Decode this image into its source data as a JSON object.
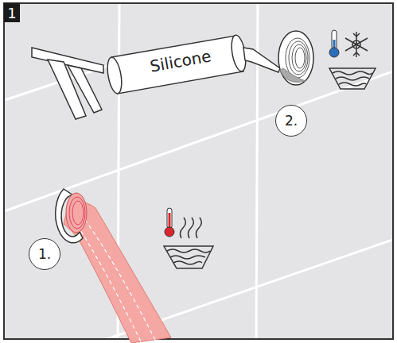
{
  "diagram": {
    "nodes": [
      {
        "text": [
          "1"
        ]
      },
      {
        "text": [
          "Silicone"
        ]
      },
      {
        "text": [
          "2."
        ]
      },
      {
        "text": [
          "1."
        ]
      }
    ]
  }
}
